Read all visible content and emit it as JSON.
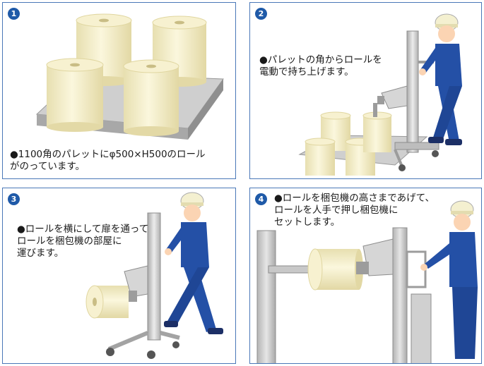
{
  "panels": [
    {
      "number": "1",
      "caption": "●1100角のパレットにφ500×H500のロール\nがのっています。"
    },
    {
      "number": "2",
      "caption": "●パレットの角からロールを\n電動で持ち上げます。"
    },
    {
      "number": "3",
      "caption": "●ロールを横にして扉を通って\nロールを梱包機の部屋に\n運びます。"
    },
    {
      "number": "4",
      "caption": "●ロールを梱包機の高さまであげて、\nロールを人手で押し梱包機に\nセットします。"
    }
  ],
  "colors": {
    "border": "#4a78b8",
    "number_badge": "#1f5aa8",
    "roll": "#f3ecc3",
    "worker_uniform": "#2450a6",
    "helmet": "#f4f0d0",
    "machine": "#c9c9c9"
  }
}
